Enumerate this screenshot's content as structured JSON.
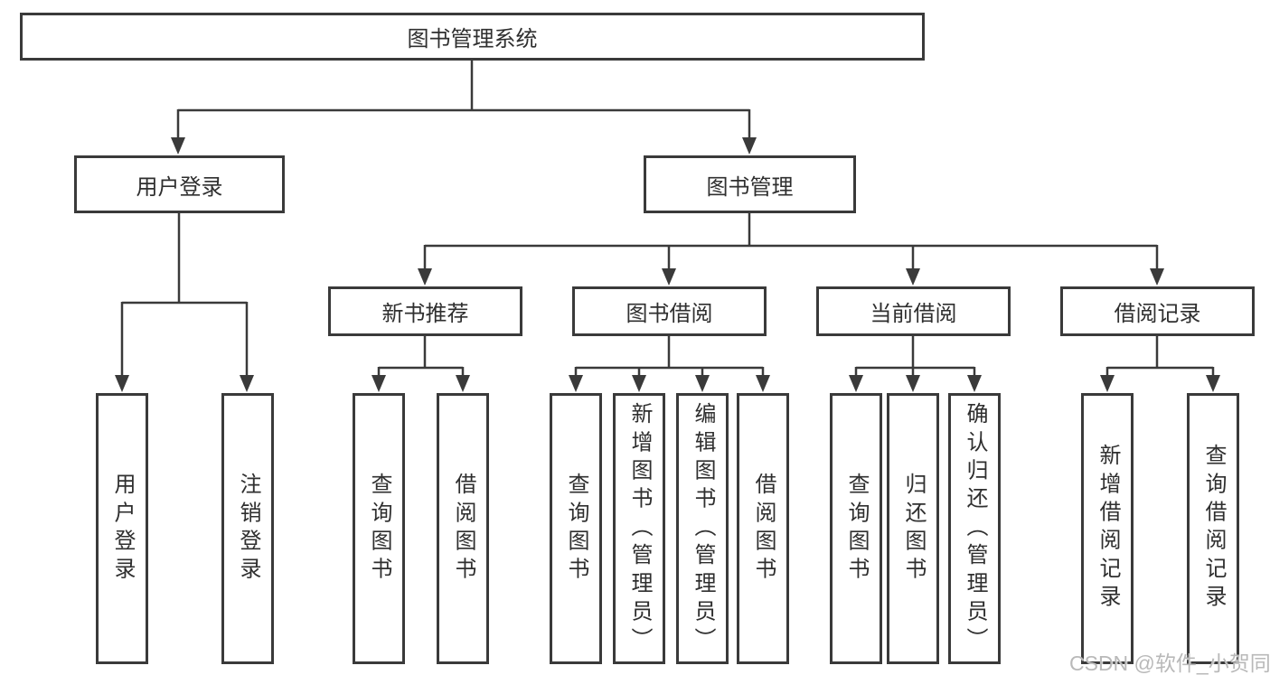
{
  "tree": {
    "root": {
      "label": "图书管理系统"
    },
    "user_login": {
      "label": "用户登录",
      "children": [
        {
          "label": "用户登录"
        },
        {
          "label": "注销登录"
        }
      ]
    },
    "book_mgmt": {
      "label": "图书管理",
      "sections": [
        {
          "label": "新书推荐",
          "children": [
            {
              "label": "查询图书"
            },
            {
              "label": "借阅图书"
            }
          ]
        },
        {
          "label": "图书借阅",
          "children": [
            {
              "label": "查询图书"
            },
            {
              "label": "新增图书（管理员）"
            },
            {
              "label": "编辑图书（管理员）"
            },
            {
              "label": "借阅图书"
            }
          ]
        },
        {
          "label": "当前借阅",
          "children": [
            {
              "label": "查询图书"
            },
            {
              "label": "归还图书"
            },
            {
              "label": "确认归还（管理员）"
            }
          ]
        },
        {
          "label": "借阅记录",
          "children": [
            {
              "label": "新增借阅记录"
            },
            {
              "label": "查询借阅记录"
            }
          ]
        }
      ]
    }
  },
  "watermark": "CSDN @软件_小贺同学",
  "colors": {
    "line": "#3a3a3a",
    "text": "#2f2f2f",
    "watermark": "#b9b9b9"
  }
}
